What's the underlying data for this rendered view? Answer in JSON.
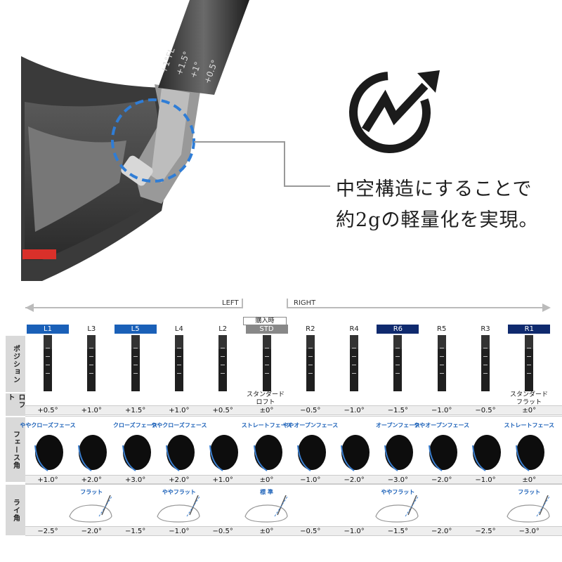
{
  "headline": {
    "line1": "中空構造にすることで",
    "line2": "約2gの軽量化を実現。"
  },
  "shaft_marks": [
    "+1°FL",
    "+1.5°",
    "+1°",
    "+0.5°"
  ],
  "icon": "lightning-growth-arrow-icon",
  "directions": {
    "left": "LEFT",
    "right": "RIGHT"
  },
  "purchase_note": "購入時",
  "positions": [
    {
      "label": "L1",
      "style": "hl"
    },
    {
      "label": "L3",
      "style": ""
    },
    {
      "label": "L5",
      "style": "hl"
    },
    {
      "label": "L4",
      "style": ""
    },
    {
      "label": "L2",
      "style": ""
    },
    {
      "label": "STD",
      "style": "std"
    },
    {
      "label": "R2",
      "style": ""
    },
    {
      "label": "R4",
      "style": ""
    },
    {
      "label": "R6",
      "style": "hl-dark"
    },
    {
      "label": "R5",
      "style": ""
    },
    {
      "label": "R3",
      "style": ""
    },
    {
      "label": "R1",
      "style": "hl-dark"
    }
  ],
  "sections": {
    "position": "ポジション",
    "loft": "ロフト",
    "face": "フェース角",
    "lie": "ライ角"
  },
  "std_loft_note": "スタンダード\nロフト",
  "r1_flat_note": "スタンダード\nフラット",
  "loft_values": [
    "+0.5°",
    "+1.0°",
    "+1.5°",
    "+1.0°",
    "+0.5°",
    "±0°",
    "−0.5°",
    "−1.0°",
    "−1.5°",
    "−1.0°",
    "−0.5°",
    "±0°"
  ],
  "face_labels": [
    {
      "text": "ややクローズフェース",
      "col": 0
    },
    {
      "text": "クローズフェース",
      "col": 2
    },
    {
      "text": "ややクローズフェース",
      "col": 3
    },
    {
      "text": "ストレートフェース",
      "col": 5
    },
    {
      "text": "ややオープンフェース",
      "col": 6
    },
    {
      "text": "オープンフェース",
      "col": 8
    },
    {
      "text": "ややオープンフェース",
      "col": 9
    },
    {
      "text": "ストレートフェース",
      "col": 11
    }
  ],
  "face_values": [
    "+1.0°",
    "+2.0°",
    "+3.0°",
    "+2.0°",
    "+1.0°",
    "±0°",
    "−1.0°",
    "−2.0°",
    "−3.0°",
    "−2.0°",
    "−1.0°",
    "±0°"
  ],
  "lie_labels": [
    {
      "text": "フラット",
      "col": 1
    },
    {
      "text": "ややフラット",
      "col": 3
    },
    {
      "text": "標 準",
      "col": 5
    },
    {
      "text": "ややフラット",
      "col": 8
    },
    {
      "text": "フラット",
      "col": 11
    }
  ],
  "lie_values": [
    "−2.5°",
    "−2.0°",
    "−1.5°",
    "−1.0°",
    "−0.5°",
    "±0°",
    "−0.5°",
    "−1.0°",
    "−1.5°",
    "−2.0°",
    "−2.5°",
    "−3.0°"
  ]
}
